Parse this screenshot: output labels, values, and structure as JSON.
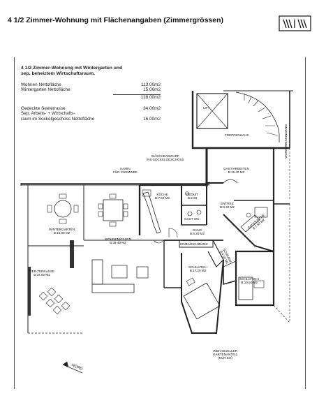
{
  "header": {
    "title": "4 1/2 Zimmer-Wohnung mit Flächenangaben (Zimmergrössen)"
  },
  "area_table": {
    "heading_line1": "4 1/2 Zimmer-Wohnung mit Wintergarten und",
    "heading_line2": "sep. beheiztem Wirtschaftsraum.",
    "rows": [
      {
        "label": "Wohnen Nettofläche",
        "value": "113.00m2"
      },
      {
        "label": "Wintergarten Nettofläche",
        "value": "15.00m2"
      }
    ],
    "total": "128.00m2",
    "extra": [
      {
        "label": "Gedeckte Seeterrasse",
        "value": "34.00m2"
      },
      {
        "label": "Sep. Arbeits- + Wirtschafts-",
        "value": ""
      },
      {
        "label": "raum im Sockelgeschoss Nettofläche",
        "value": "16.00m2"
      }
    ]
  },
  "rooms": {
    "lift": "LIFT",
    "treppenhaus": "TREPPENHAUS",
    "waschmaschine_1": "WÄSCHEABWURF",
    "waschmaschine_2": "INS SOCKELGESCHOSS",
    "kamin_1": "KAMIN",
    "kamin_2": "FÜR CHEMINEE",
    "gast_name": "GAST/ARBEITEN",
    "gast_area": "B:15.40 M2",
    "kueche_name": "KÜCHE",
    "kueche_area": "B:7.60 M2",
    "reduit_name": "REDUIT",
    "reduit_area": "B:2.60",
    "entree_name": "ENTREE",
    "entree_area": "B:6.30 M2",
    "gastwc": "GAST WC",
    "bad_name": "BAD/DUSCHE",
    "bad_area": "B:7.50 M2",
    "wohnungseingang": "WOHNUNGSEINGANG",
    "gang_name": "GANG",
    "gang_area": "B:5.30 M2",
    "einbauschrank": "EINBAUSCHRANK",
    "schrank_name": "SCHRANK",
    "schrank_area": "B:4.50 M2",
    "wintergarten_name": "WINTERGARTEN",
    "wintergarten_area": "B:15.00 M2",
    "wohnen_name": "WOHNEN/ESSEN",
    "wohnen_area": "B:36.40 M2",
    "schlafen1_name": "SCHLAFEN I",
    "schlafen1_area": "B:17.20 M2",
    "schlafen2_name": "SCHLAFEN II",
    "schlafen2_area": "B:10.50 M2",
    "terrasse_name": "GED.TERRASSE",
    "terrasse_area": "B:34.00 M2",
    "garten_1": "INDIVIDUELLER",
    "garten_2": "GARTENANTEIL",
    "garten_3": "(NUR EG)"
  },
  "north_label": "NORD"
}
